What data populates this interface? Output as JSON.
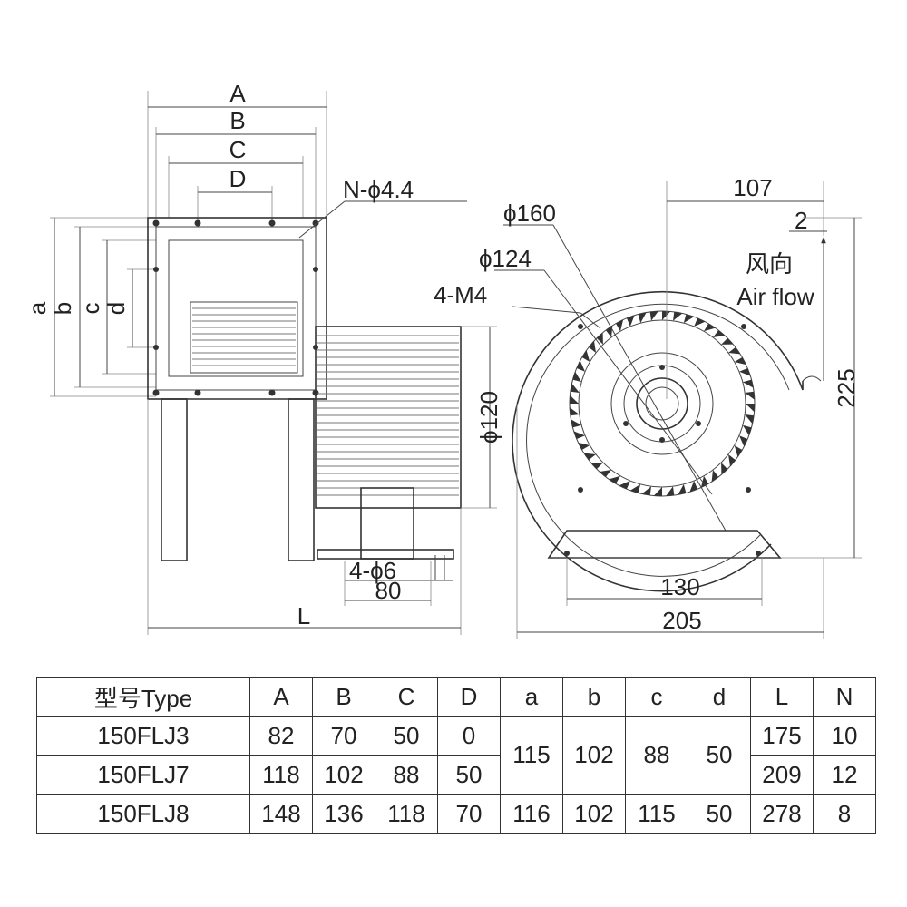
{
  "side_view": {
    "dim_A": "A",
    "dim_B": "B",
    "dim_C": "C",
    "dim_D": "D",
    "dim_a": "a",
    "dim_b": "b",
    "dim_c": "c",
    "dim_d": "d",
    "dim_L": "L",
    "holes_top": "N-ϕ4.4",
    "motor_dia": "ϕ120",
    "foot_holes": "4-ϕ6",
    "foot_width": "80"
  },
  "front_view": {
    "dia_outer": "ϕ160",
    "dia_inner": "ϕ124",
    "thread": "4-M4",
    "dim_107": "107",
    "dim_2": "2",
    "airflow_cn": "风向",
    "airflow_en": "Air flow",
    "height": "225",
    "base_holes": "130",
    "width": "205"
  },
  "table": {
    "headers": [
      "型号Type",
      "A",
      "B",
      "C",
      "D",
      "a",
      "b",
      "c",
      "d",
      "L",
      "N"
    ],
    "rows": [
      {
        "type": "150FLJ3",
        "A": "82",
        "B": "70",
        "C": "50",
        "D": "0",
        "L": "175",
        "N": "10"
      },
      {
        "type": "150FLJ7",
        "A": "118",
        "B": "102",
        "C": "88",
        "D": "50",
        "L": "209",
        "N": "12"
      },
      {
        "type": "150FLJ8",
        "A": "148",
        "B": "136",
        "C": "118",
        "D": "70",
        "a": "116",
        "b": "102",
        "c": "115",
        "d": "50",
        "L": "278",
        "N": "8"
      }
    ],
    "shared_12": {
      "a": "115",
      "b": "102",
      "c": "88",
      "d": "50"
    }
  }
}
